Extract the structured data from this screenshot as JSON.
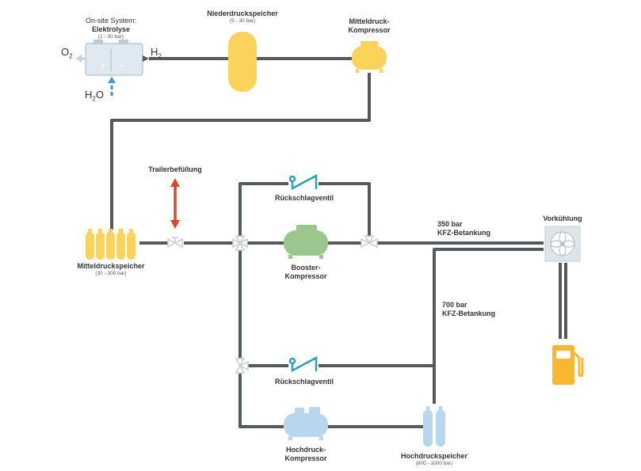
{
  "colors": {
    "pipe": "#555a5e",
    "yellow": "#f9d35a",
    "green": "#9bc68e",
    "blue": "#b8d7ee",
    "red": "#d9482b",
    "teal": "#2aa0b6",
    "light_blue": "#7dc3ea",
    "orange": "#f7b731",
    "valve": "#c9ccce"
  },
  "electrolysis": {
    "line1": "On-site System:",
    "line2": "Elektrolyse",
    "range": "(1 - 30 bar)",
    "o2": "O",
    "o2_sub": "2",
    "h2": "H",
    "h2_sub": "2",
    "h2o_h": "H",
    "h2o_sub": "2",
    "h2o_o": "O",
    "icon": "electrolyzer-icon"
  },
  "low_pressure_storage": {
    "label": "Niederdruckspeicher",
    "range": "(5 - 30 bar)",
    "icon": "tank-icon"
  },
  "medium_compressor": {
    "line1": "Mitteldruck-",
    "line2": "Kompressor",
    "icon": "compressor-icon"
  },
  "trailer": {
    "label": "Trailerbefüllung",
    "icon": "double-arrow-icon"
  },
  "medium_storage": {
    "label": "Mitteldruckspeicher",
    "range": "(30 - 300 bar)",
    "icon": "gas-cylinders-icon"
  },
  "check_valve_top": {
    "label": "Rückschlagventil",
    "icon": "check-valve-icon"
  },
  "booster": {
    "line1": "Booster-",
    "line2": "Kompressor",
    "icon": "compressor-icon"
  },
  "fueling_350": {
    "line1": "350 bar",
    "line2": "KFZ-Betankung"
  },
  "fueling_700": {
    "line1": "700 bar",
    "line2": "KFZ-Betankung"
  },
  "precooling": {
    "label": "Vorkühlung",
    "icon": "fan-icon"
  },
  "check_valve_bottom": {
    "label": "Rückschlagventil",
    "icon": "check-valve-icon"
  },
  "hp_compressor": {
    "line1": "Hochdruck-",
    "line2": "Kompressor",
    "icon": "compressor-icon"
  },
  "hp_storage": {
    "label": "Hochdruckspeicher",
    "range": "(800 - 1000 bar)",
    "icon": "gas-cylinders-icon"
  },
  "dispenser": {
    "icon": "fuel-pump-icon"
  }
}
